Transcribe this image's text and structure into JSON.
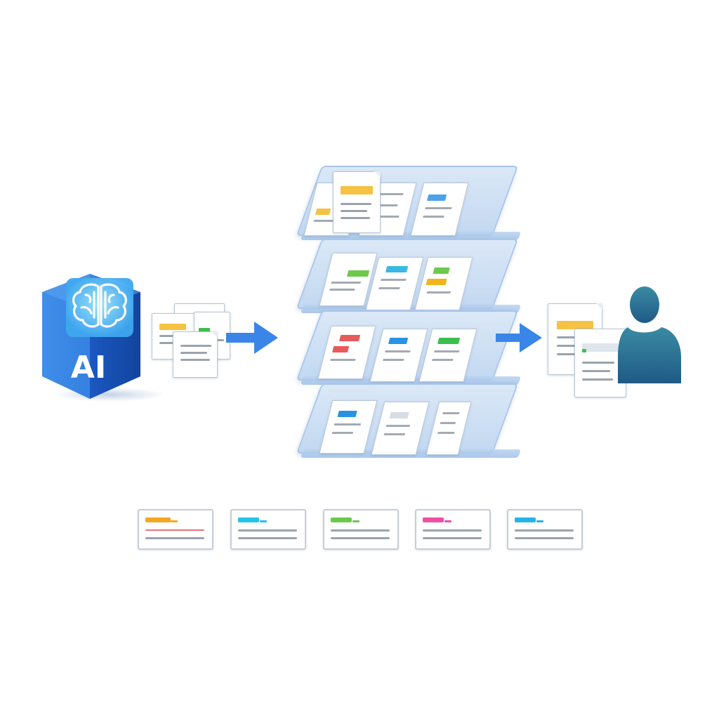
{
  "ai_node": {
    "label": "AI",
    "icon": "brain-icon",
    "colors": {
      "hex_top": "#1e73d8",
      "hex_side": "#1353b5",
      "brain": "#ffffff",
      "glow": "#7fd8ff"
    }
  },
  "flow": {
    "arrow_color": "#3a86e8",
    "layer_color": "#c2d8f1",
    "person_color": "#2f6f8f"
  },
  "layers": [
    {
      "id": "layer-1",
      "highlights": [
        "#f5c243",
        "#4aa3ea",
        "#f5c243"
      ]
    },
    {
      "id": "layer-2",
      "highlights": [
        "#6cc94b",
        "#37b9e4",
        "#f2b41b"
      ]
    },
    {
      "id": "layer-3",
      "highlights": [
        "#e85a5a",
        "#2794e3",
        "#3cbf4f"
      ]
    },
    {
      "id": "layer-4",
      "highlights": [
        "#2794e3",
        "#d7dde4",
        "#d7dde4"
      ]
    }
  ],
  "output_docs": {
    "highlights": [
      "#f5c243",
      "#3cbf4f"
    ]
  },
  "cards": [
    {
      "id": "card-orange",
      "color": "#f5a623"
    },
    {
      "id": "card-cyan",
      "color": "#23c2e8"
    },
    {
      "id": "card-green",
      "color": "#6cc94b"
    },
    {
      "id": "card-pink",
      "color": "#ee4fa3"
    },
    {
      "id": "card-blue",
      "color": "#23b5e8"
    }
  ]
}
